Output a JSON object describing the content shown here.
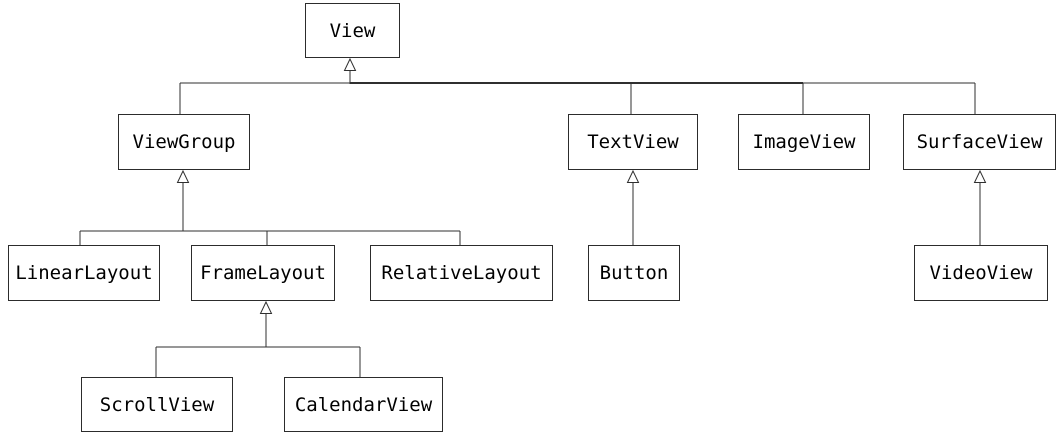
{
  "diagram": {
    "kind": "uml-class-inheritance-hierarchy",
    "colors": {
      "background": "#ffffff",
      "line": "#2f2f2f",
      "box_border": "#2c2c2c",
      "text": "#000000",
      "arrowhead_fill": "#ffffff"
    },
    "nodes": [
      {
        "id": "view",
        "label": "View"
      },
      {
        "id": "viewgroup",
        "label": "ViewGroup"
      },
      {
        "id": "textview",
        "label": "TextView"
      },
      {
        "id": "imageview",
        "label": "ImageView"
      },
      {
        "id": "surfaceview",
        "label": "SurfaceView"
      },
      {
        "id": "linearlayout",
        "label": "LinearLayout"
      },
      {
        "id": "framelayout",
        "label": "FrameLayout"
      },
      {
        "id": "relativelayout",
        "label": "RelativeLayout"
      },
      {
        "id": "button",
        "label": "Button"
      },
      {
        "id": "scrollview",
        "label": "ScrollView"
      },
      {
        "id": "calendarview",
        "label": "CalendarView"
      },
      {
        "id": "videoview",
        "label": "VideoView"
      }
    ],
    "edges": [
      {
        "child": "ViewGroup",
        "parent": "View",
        "type": "generalization"
      },
      {
        "child": "TextView",
        "parent": "View",
        "type": "generalization"
      },
      {
        "child": "ImageView",
        "parent": "View",
        "type": "generalization"
      },
      {
        "child": "SurfaceView",
        "parent": "View",
        "type": "generalization"
      },
      {
        "child": "LinearLayout",
        "parent": "ViewGroup",
        "type": "generalization"
      },
      {
        "child": "FrameLayout",
        "parent": "ViewGroup",
        "type": "generalization"
      },
      {
        "child": "RelativeLayout",
        "parent": "ViewGroup",
        "type": "generalization"
      },
      {
        "child": "ScrollView",
        "parent": "FrameLayout",
        "type": "generalization"
      },
      {
        "child": "CalendarView",
        "parent": "FrameLayout",
        "type": "generalization"
      },
      {
        "child": "Button",
        "parent": "TextView",
        "type": "generalization"
      },
      {
        "child": "VideoView",
        "parent": "SurfaceView",
        "type": "generalization"
      }
    ]
  }
}
